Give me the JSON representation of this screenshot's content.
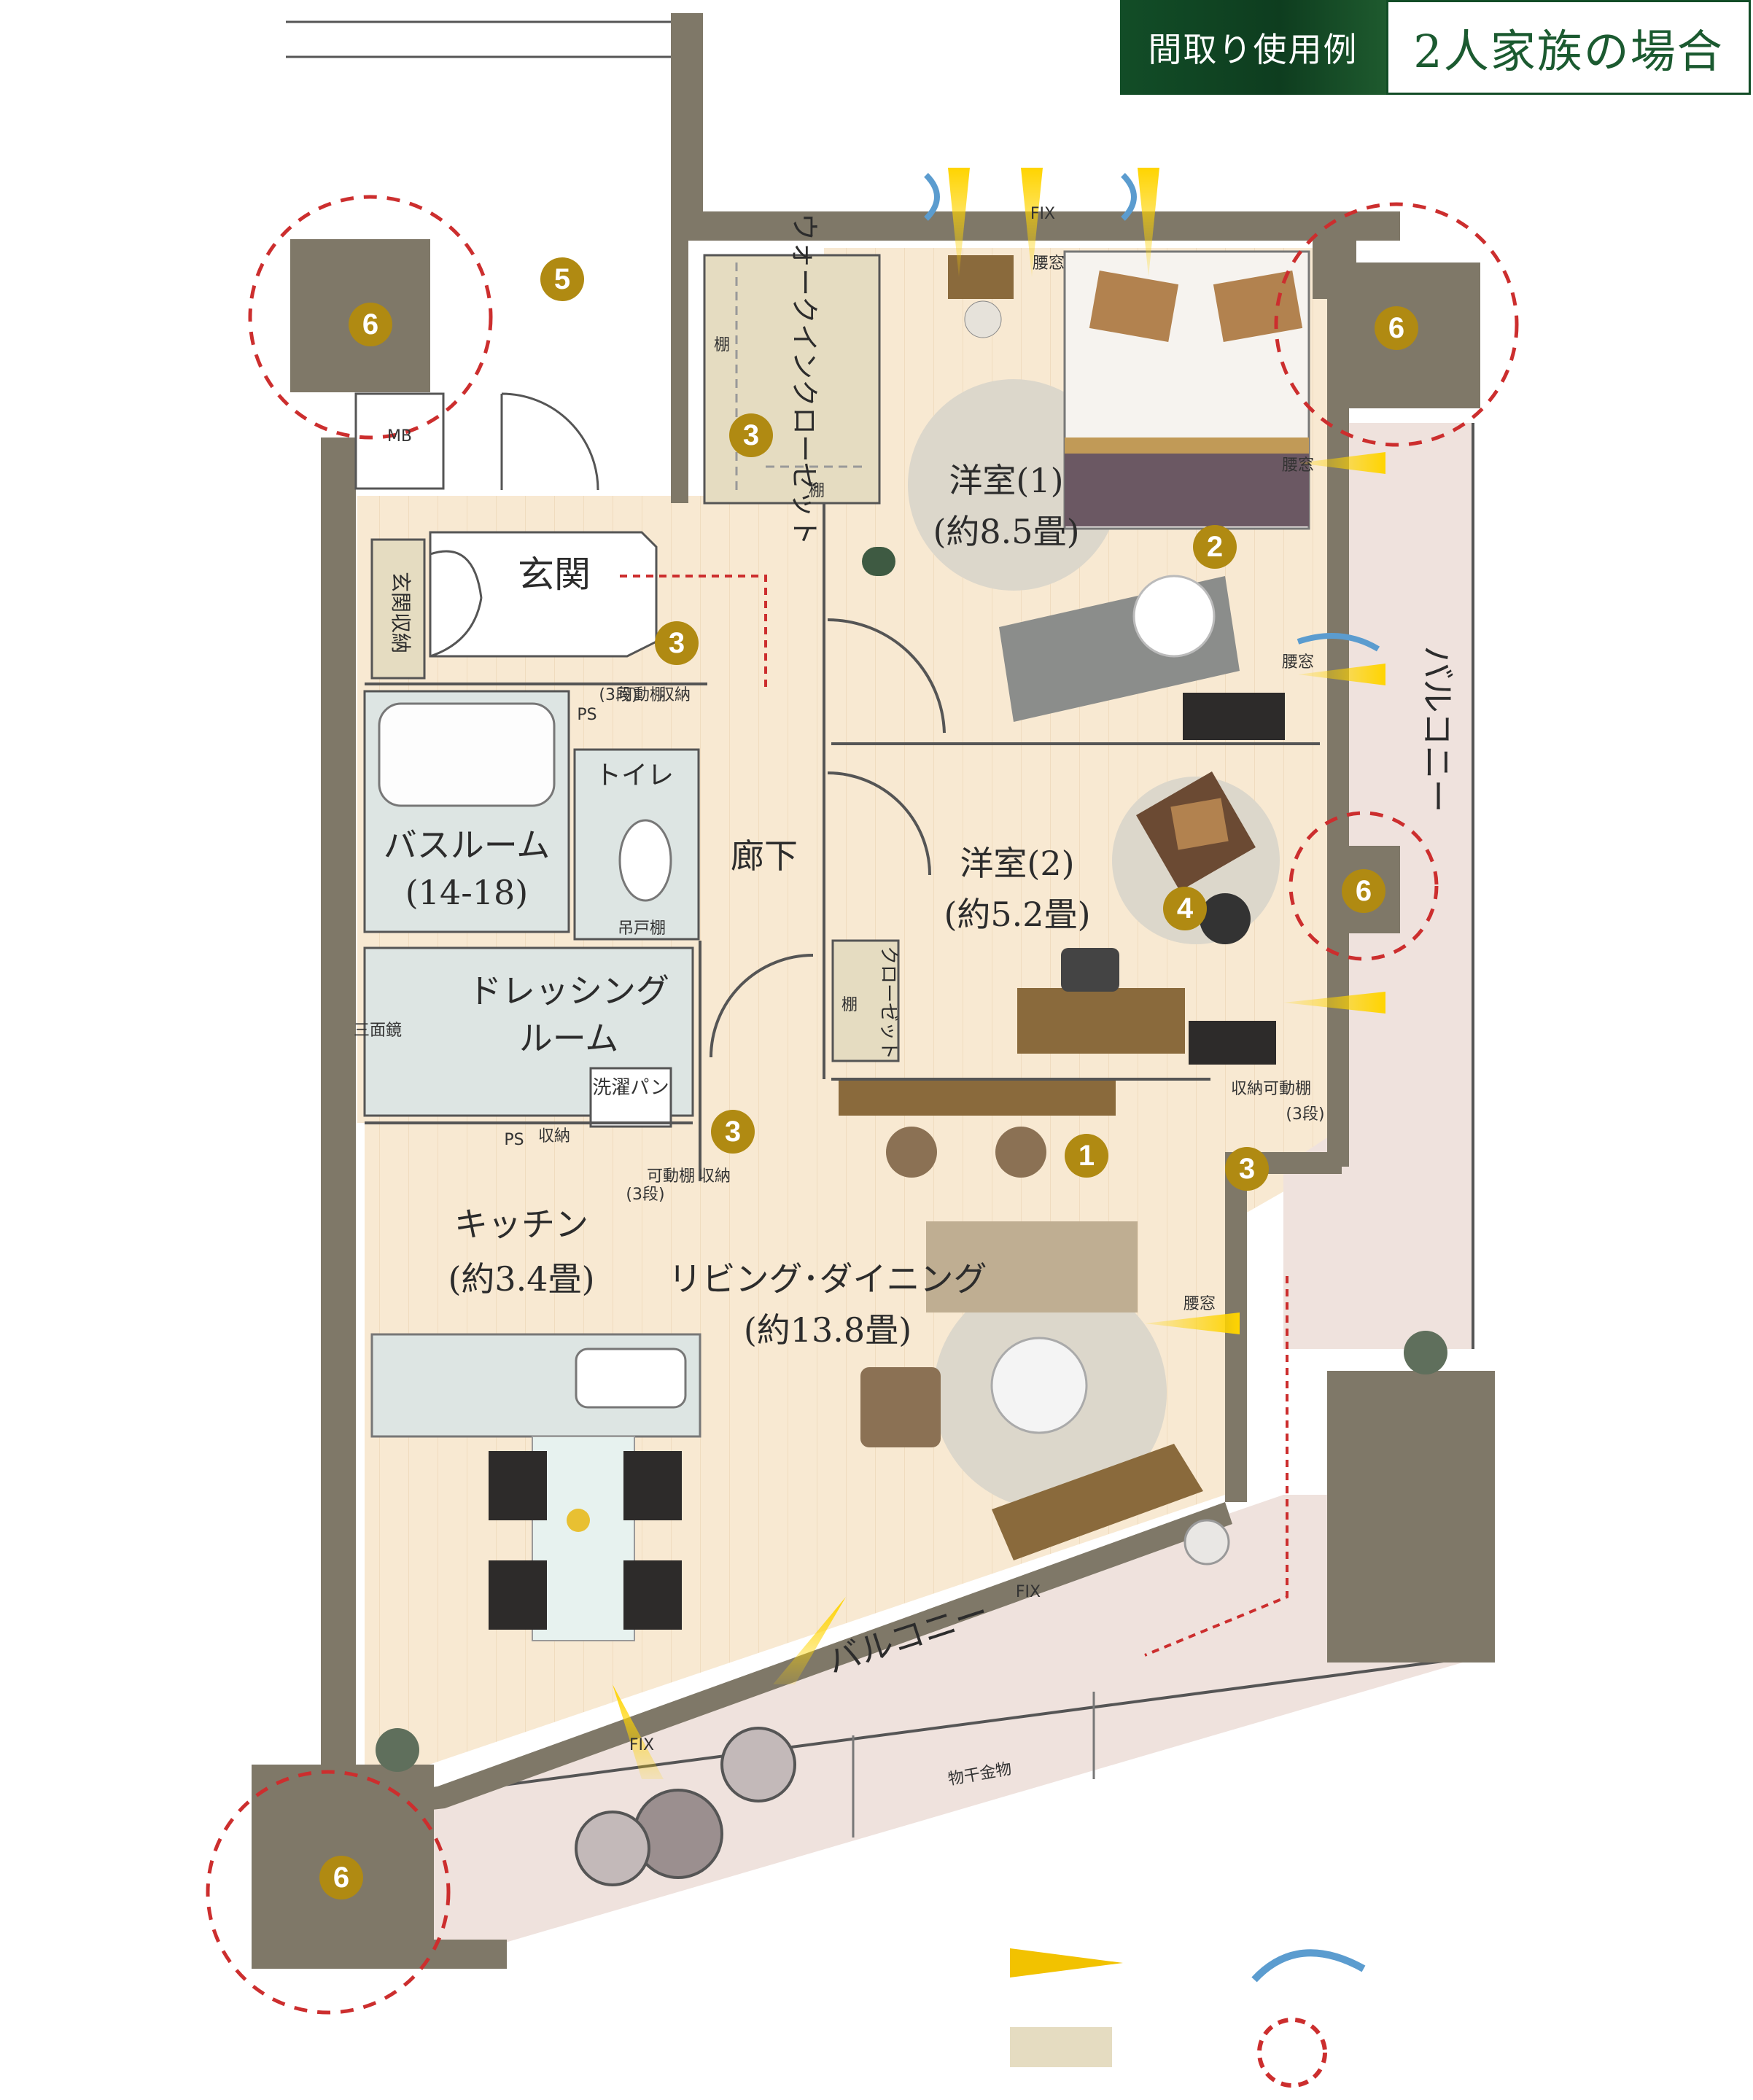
{
  "header": {
    "tag": "間取り使用例",
    "title": "2人家族の場合"
  },
  "rooms": {
    "walk_in_closet": "ウォークインクローゼット",
    "western1_name": "洋室(1)",
    "western1_size": "(約8.5畳)",
    "western2_name": "洋室(2)",
    "western2_size": "(約5.2畳)",
    "entrance": "玄関",
    "entrance_storage": "玄関収納",
    "hallway": "廊下",
    "bathroom_name": "バスルーム",
    "bathroom_size": "(14-18)",
    "toilet": "トイレ",
    "dressing_line1": "ドレッシング",
    "dressing_line2": "ルーム",
    "kitchen_name": "キッチン",
    "kitchen_size": "(約3.4畳)",
    "living_name": "リビング･ダイニング",
    "living_size": "(約13.8畳)",
    "closet": "クローゼット",
    "balcony_side": "バルコニー",
    "balcony_bottom": "バルコニー"
  },
  "labels": {
    "mb": "MB",
    "ps": "PS",
    "shelf": "棚",
    "storage": "収納",
    "movable_shelf": "可動棚",
    "three_tier": "(3段)",
    "waist_window": "腰窓",
    "fix": "FIX",
    "hanging_shelf": "吊戸棚",
    "three_mirror": "三面鏡",
    "washer_pan": "洗濯パン",
    "laundry_pole": "物干金物"
  },
  "markers": [
    "1",
    "2",
    "3",
    "4",
    "5",
    "6"
  ],
  "colors": {
    "floor": "#f8e9d2",
    "balcony": "#efe2dd",
    "wall": "#7f7868",
    "marker": "#b08a12",
    "sun": "#f2c200",
    "wind": "#5b9ccf",
    "dashed": "#cc2e2e",
    "storage": "#e5dcc1",
    "wet": "#dde5e3",
    "header_green": "#124d27"
  }
}
